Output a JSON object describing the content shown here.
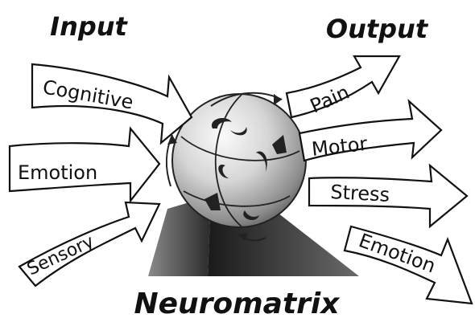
{
  "headings": {
    "input": "Input",
    "output": "Output",
    "center": "Neuromatrix"
  },
  "inputs": [
    "Cognitive",
    "Emotion",
    "Sensory"
  ],
  "outputs": [
    "Pain",
    "Motor",
    "Stress",
    "Emotion"
  ],
  "colors": {
    "ink": "#111111",
    "arrow_fill": "#ffffff"
  }
}
